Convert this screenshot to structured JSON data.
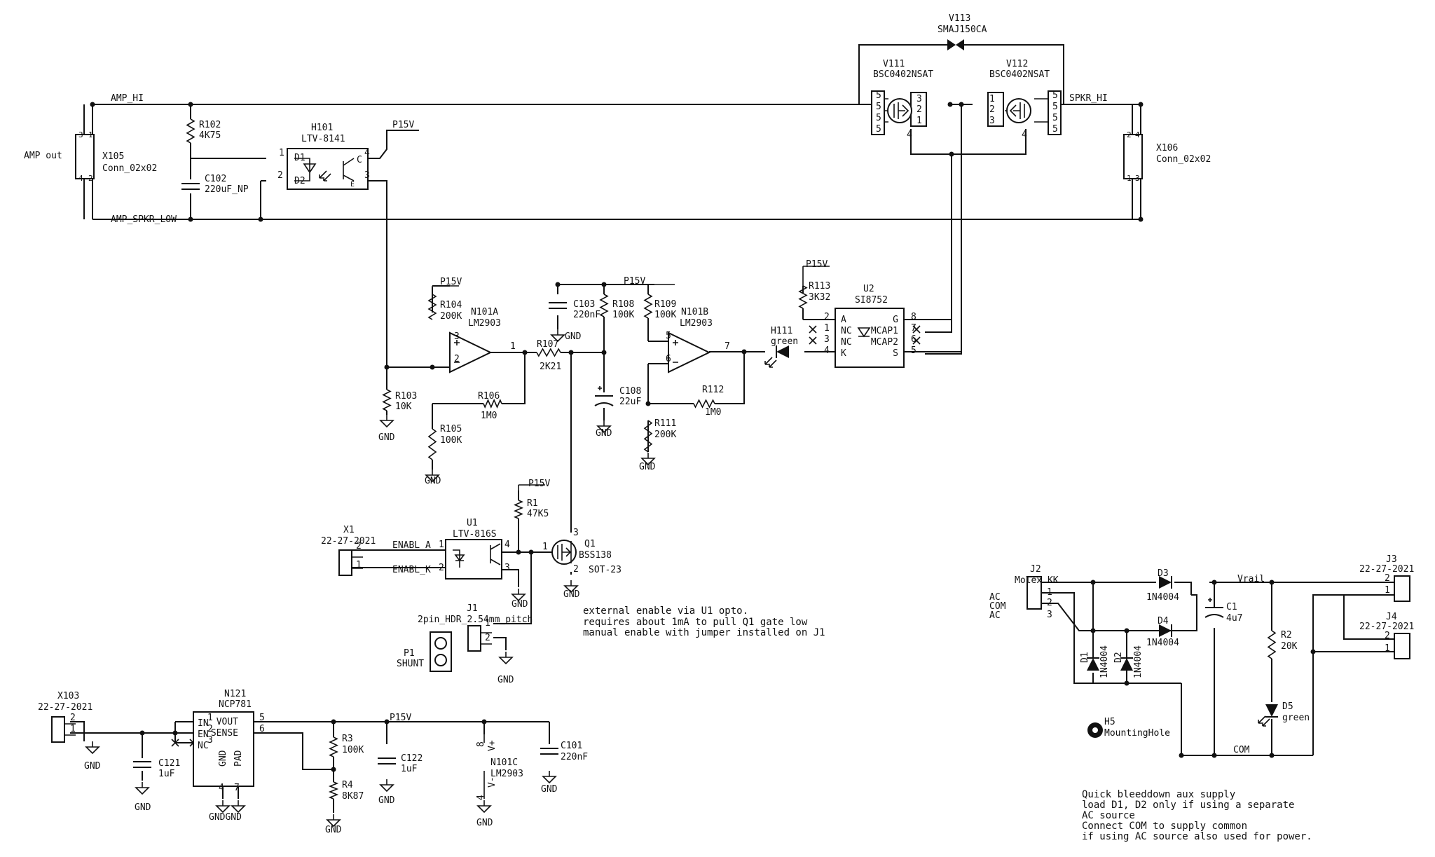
{
  "nets": {
    "amp_hi": "AMP_HI",
    "amp_spkr_low": "AMP_SPKR_LOW",
    "spkr_hi": "SPKR_HI",
    "p15v": "P15V",
    "gnd": "GND",
    "enabl_a": "ENABL_A",
    "enabl_k": "ENABL_K",
    "vrail": "Vrail",
    "com": "COM"
  },
  "connectors": {
    "amp_out": "AMP out",
    "x105": {
      "ref": "X105",
      "value": "Conn_02x02"
    },
    "x106": {
      "ref": "X106",
      "value": "Conn_02x02"
    },
    "x1": {
      "ref": "X1",
      "value": "22-27-2021"
    },
    "x103": {
      "ref": "X103",
      "value": "22-27-2021"
    },
    "j1": {
      "ref": "J1",
      "value": "2pin_HDR_2.54mm_pitch"
    },
    "p1": {
      "ref": "P1",
      "value": "SHUNT"
    },
    "j2": {
      "ref": "J2",
      "value": "Molex KK",
      "pins": [
        "AC",
        "COM",
        "AC"
      ]
    },
    "j3": {
      "ref": "J3",
      "value": "22-27-2021"
    },
    "j4": {
      "ref": "J4",
      "value": "22-27-2021"
    }
  },
  "components": {
    "r102": {
      "ref": "R102",
      "value": "4K75"
    },
    "c102": {
      "ref": "C102",
      "value": "220uF_NP"
    },
    "h101": {
      "ref": "H101",
      "value": "LTV-8141"
    },
    "v111": {
      "ref": "V111",
      "value": "BSC0402NSAT"
    },
    "v112": {
      "ref": "V112",
      "value": "BSC0402NSAT"
    },
    "v113": {
      "ref": "V113",
      "value": "SMAJ150CA"
    },
    "r104": {
      "ref": "R104",
      "value": "200K"
    },
    "r105": {
      "ref": "R105",
      "value": "100K"
    },
    "r103": {
      "ref": "R103",
      "value": "10K"
    },
    "r106": {
      "ref": "R106",
      "value": "1M0"
    },
    "r107": {
      "ref": "R107",
      "value": "2K21"
    },
    "n101a": {
      "ref": "N101A",
      "value": "LM2903"
    },
    "n101b": {
      "ref": "N101B",
      "value": "LM2903"
    },
    "n101c": {
      "ref": "N101C",
      "value": "LM2903"
    },
    "c103": {
      "ref": "C103",
      "value": "220nF"
    },
    "r108": {
      "ref": "R108",
      "value": "100K"
    },
    "r109": {
      "ref": "R109",
      "value": "100K"
    },
    "c108": {
      "ref": "C108",
      "value": "22uF"
    },
    "r111": {
      "ref": "R111",
      "value": "200K"
    },
    "r112": {
      "ref": "R112",
      "value": "1M0"
    },
    "h111": {
      "ref": "H111",
      "value": "green"
    },
    "r113": {
      "ref": "R113",
      "value": "3K32"
    },
    "u2": {
      "ref": "U2",
      "value": "SI8752"
    },
    "r1": {
      "ref": "R1",
      "value": "47K5"
    },
    "u1": {
      "ref": "U1",
      "value": "LTV-816S"
    },
    "q1": {
      "ref": "Q1",
      "value": "BSS138",
      "package": "SOT-23"
    },
    "n121": {
      "ref": "N121",
      "value": "NCP781"
    },
    "c121": {
      "ref": "C121",
      "value": "1uF"
    },
    "r3": {
      "ref": "R3",
      "value": "100K"
    },
    "r4": {
      "ref": "R4",
      "value": "8K87"
    },
    "c122": {
      "ref": "C122",
      "value": "1uF"
    },
    "c101": {
      "ref": "C101",
      "value": "220nF"
    },
    "d1": {
      "ref": "D1",
      "value": "1N4004"
    },
    "d2": {
      "ref": "D2",
      "value": "1N4004"
    },
    "d3": {
      "ref": "D3",
      "value": "1N4004"
    },
    "d4": {
      "ref": "D4",
      "value": "1N4004"
    },
    "c1": {
      "ref": "C1",
      "value": "4u7"
    },
    "r2": {
      "ref": "R2",
      "value": "20K"
    },
    "d5": {
      "ref": "D5",
      "value": "green"
    },
    "h5": {
      "ref": "H5",
      "value": "MountingHole"
    }
  },
  "pins": {
    "u2_left": [
      "A",
      "NC",
      "NC",
      "K"
    ],
    "u2_left_nums": [
      "2",
      "1",
      "3",
      "4"
    ],
    "u2_right": [
      "G",
      "MCAP1",
      "MCAP2",
      "S"
    ],
    "u2_right_nums": [
      "8",
      "7",
      "6",
      "5"
    ],
    "n121_left": [
      "IN",
      "EN",
      "NC"
    ],
    "n121_right": [
      "VOUT",
      "SENSE"
    ],
    "n121_bottom": [
      "GND",
      "PAD"
    ],
    "h101_pins": [
      "D1",
      "D2",
      "C",
      "E"
    ],
    "h101_nums": [
      "1",
      "2",
      "4",
      "3"
    ],
    "fet_nums": [
      "5",
      "5",
      "5",
      "5",
      "3",
      "2",
      "1",
      "4"
    ],
    "conn_nums": [
      "1",
      "2",
      "3",
      "4"
    ],
    "opamp_nums": {
      "a_plus": "3",
      "a_minus": "2",
      "a_out": "1",
      "b_plus": "5",
      "b_minus": "6",
      "b_out": "7"
    },
    "n101c_nums": [
      "8",
      "4"
    ],
    "n101c_labels": [
      "V+",
      "V-"
    ],
    "n121_nums": [
      "1",
      "2",
      "3",
      "5",
      "6",
      "4",
      "7"
    ],
    "u1_nums": [
      "1",
      "2",
      "4",
      "3"
    ],
    "q1_nums": [
      "3",
      "1",
      "2"
    ],
    "two_pin": [
      "1",
      "2"
    ],
    "three_pin": [
      "1",
      "2",
      "3"
    ],
    "gndgnd": "GNDGND"
  },
  "notes": {
    "enable": [
      "external enable via U1 opto.",
      "requires about 1mA to pull Q1 gate low",
      "manual enable with jumper installed on J1"
    ],
    "aux": [
      "Quick bleeddown aux supply",
      "load D1, D2 only if using a separate",
      "AC source",
      "Connect COM to supply common",
      "if using AC source also used for power."
    ]
  }
}
